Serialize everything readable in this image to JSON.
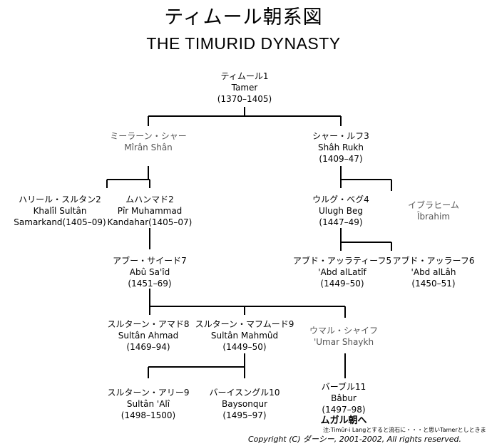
{
  "title_jp": "ティムール朝系図",
  "title_en": "THE TIMURID DYNASTY",
  "nodes": {
    "timur": {
      "jp": "ティムール1",
      "en": "Tamer",
      "years": "(1370–1405)"
    },
    "miran_shah": {
      "jp": "ミーラーン・シャー",
      "en": "Mîrân Shân"
    },
    "shah_rukh": {
      "jp": "シャー・ルフ3",
      "en": "Shâh Rukh",
      "years": "(1409–47)"
    },
    "khalil": {
      "jp": "ハリール・スルタン2",
      "en": "Khalîl Sultân",
      "years": "Samarkand(1405–09)"
    },
    "pir_muhammad": {
      "jp": "ムハンマド2",
      "en": "Pîr Muhammad",
      "years": "Kandahar(1405–07)"
    },
    "ulugh_beg": {
      "jp": "ウルグ・ベグ4",
      "en": "Ulugh Beg",
      "years": "(1447–49)"
    },
    "ibrahim": {
      "jp": "イブラヒーム",
      "en": "Îbrahim"
    },
    "abu_said": {
      "jp": "アブー・サイード7",
      "en": "Abû Sa'îd",
      "years": "(1451–69)"
    },
    "abd_latif": {
      "jp": "アブド・アッラティーフ5",
      "en": "'Abd alLatîf",
      "years": "(1449–50)"
    },
    "abd_allah": {
      "jp": "アブド・アッラーフ6",
      "en": "'Abd alLâh",
      "years": "(1450–51)"
    },
    "sultan_ahmad": {
      "jp": "スルターン・アマド8",
      "en": "Sultân Ahmad",
      "years": "(1469–94)"
    },
    "sultan_mahmud": {
      "jp": "スルターン・マフムード9",
      "en": "Sultân Mahmûd",
      "years": "(1449–50)"
    },
    "umar_shaykh": {
      "jp": "ウマル・シャイフ",
      "en": "'Umar Shaykh"
    },
    "sultan_ali": {
      "jp": "スルターン・アリー9",
      "en": "Sultân 'Alî",
      "years": "(1498–1500)"
    },
    "baysonqur": {
      "jp": "バーイスングル10",
      "en": "Baysonqur",
      "years": "(1495–97)"
    },
    "babur": {
      "jp": "バーブル11",
      "en": "Bâbur",
      "years": "(1497–98)",
      "note": "ムガル朝へ"
    }
  },
  "footnote": "注:Timûr-i Langとすると流石に・・・と思いTamerとしときました。",
  "copyright": "Copyright (C) ダーシー, 2001-2002, All rights reserved."
}
